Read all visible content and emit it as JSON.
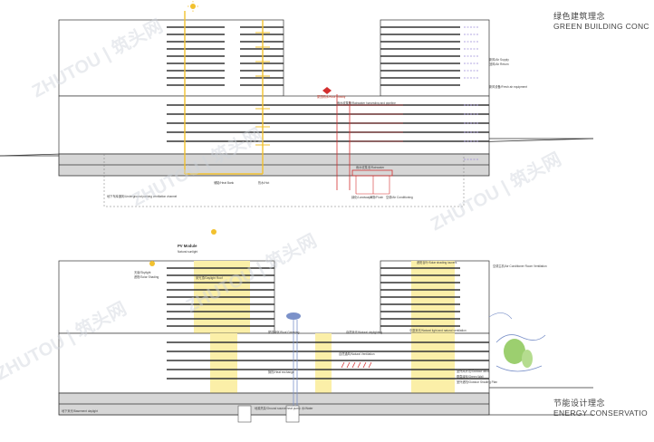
{
  "title_top": {
    "cn": "绿色建筑理念",
    "en": "GREEN BUILDING CONC"
  },
  "title_bottom": {
    "cn": "节能设计理念",
    "en": "ENERGY CONSERVATIO"
  },
  "top_labels": {
    "fresh_air": "新风/Air Supply",
    "air_return": "回风/Air Return",
    "fresh_air_equipment": "新风设备/Fresh air equipment",
    "roof_gravity": "屋顶雨水/Roof Gravity",
    "rainwater_pipe": "雨水收集管/Rainwater harvesting and pipeline",
    "storage_tank": "雨水收集池/Rainwater",
    "yellow_left": "储能/Heat Bank",
    "yellow_right": "热水/Hot",
    "basement_note": "地下车库通风/Underground parking ventilation channel",
    "bottom_a": "绿化/Landscape",
    "bottom_b": "冲厕/Flush",
    "bottom_c": "空调/Air Conditioning"
  },
  "bottom_labels": {
    "pv_module": "PV Module",
    "pv_sub": "Natural sunlight",
    "left_skylight": "天窗/Skylight",
    "left_note": "遮阳/Solar Shading",
    "roof_greening": "屋顶绿化/Roof Greening",
    "atrium": "中庭采光/Natural light and natural ventilation",
    "solar_shading": "遮阳百叶/Solar shading louvers",
    "daylight_roof": "采光顶/Daylight Roof",
    "air_conditioner": "空调主机/Air Conditioner Room Ventilation",
    "lobby_daylight": "自然采光/Natural daylighting",
    "nature_ventilation": "自然通风/Natural Ventilation",
    "green_wall": "垂直绿化/Green Wall",
    "ground_source": "地源热泵/Ground source heat pump",
    "heat_exchange": "换热/Heat exchange",
    "water_label": "水/Water",
    "basement_light": "地下采光/Basement daylight",
    "outdoor_wind": "室外风环境/Outdoor wind",
    "outdoor_shade": "室外遮阳/Outdoor Shading Plan"
  },
  "watermark": {
    "text": "ZHUTOU | 筑头网"
  },
  "colors": {
    "line": "#333333",
    "yellow": "#f2c12e",
    "yellow_fill": "#fbefa8",
    "red": "#d32f2f",
    "purple": "#9b8ad8",
    "blue": "#7b91c9",
    "green": "#9ccf6f",
    "ground": "#d6d6d6"
  }
}
